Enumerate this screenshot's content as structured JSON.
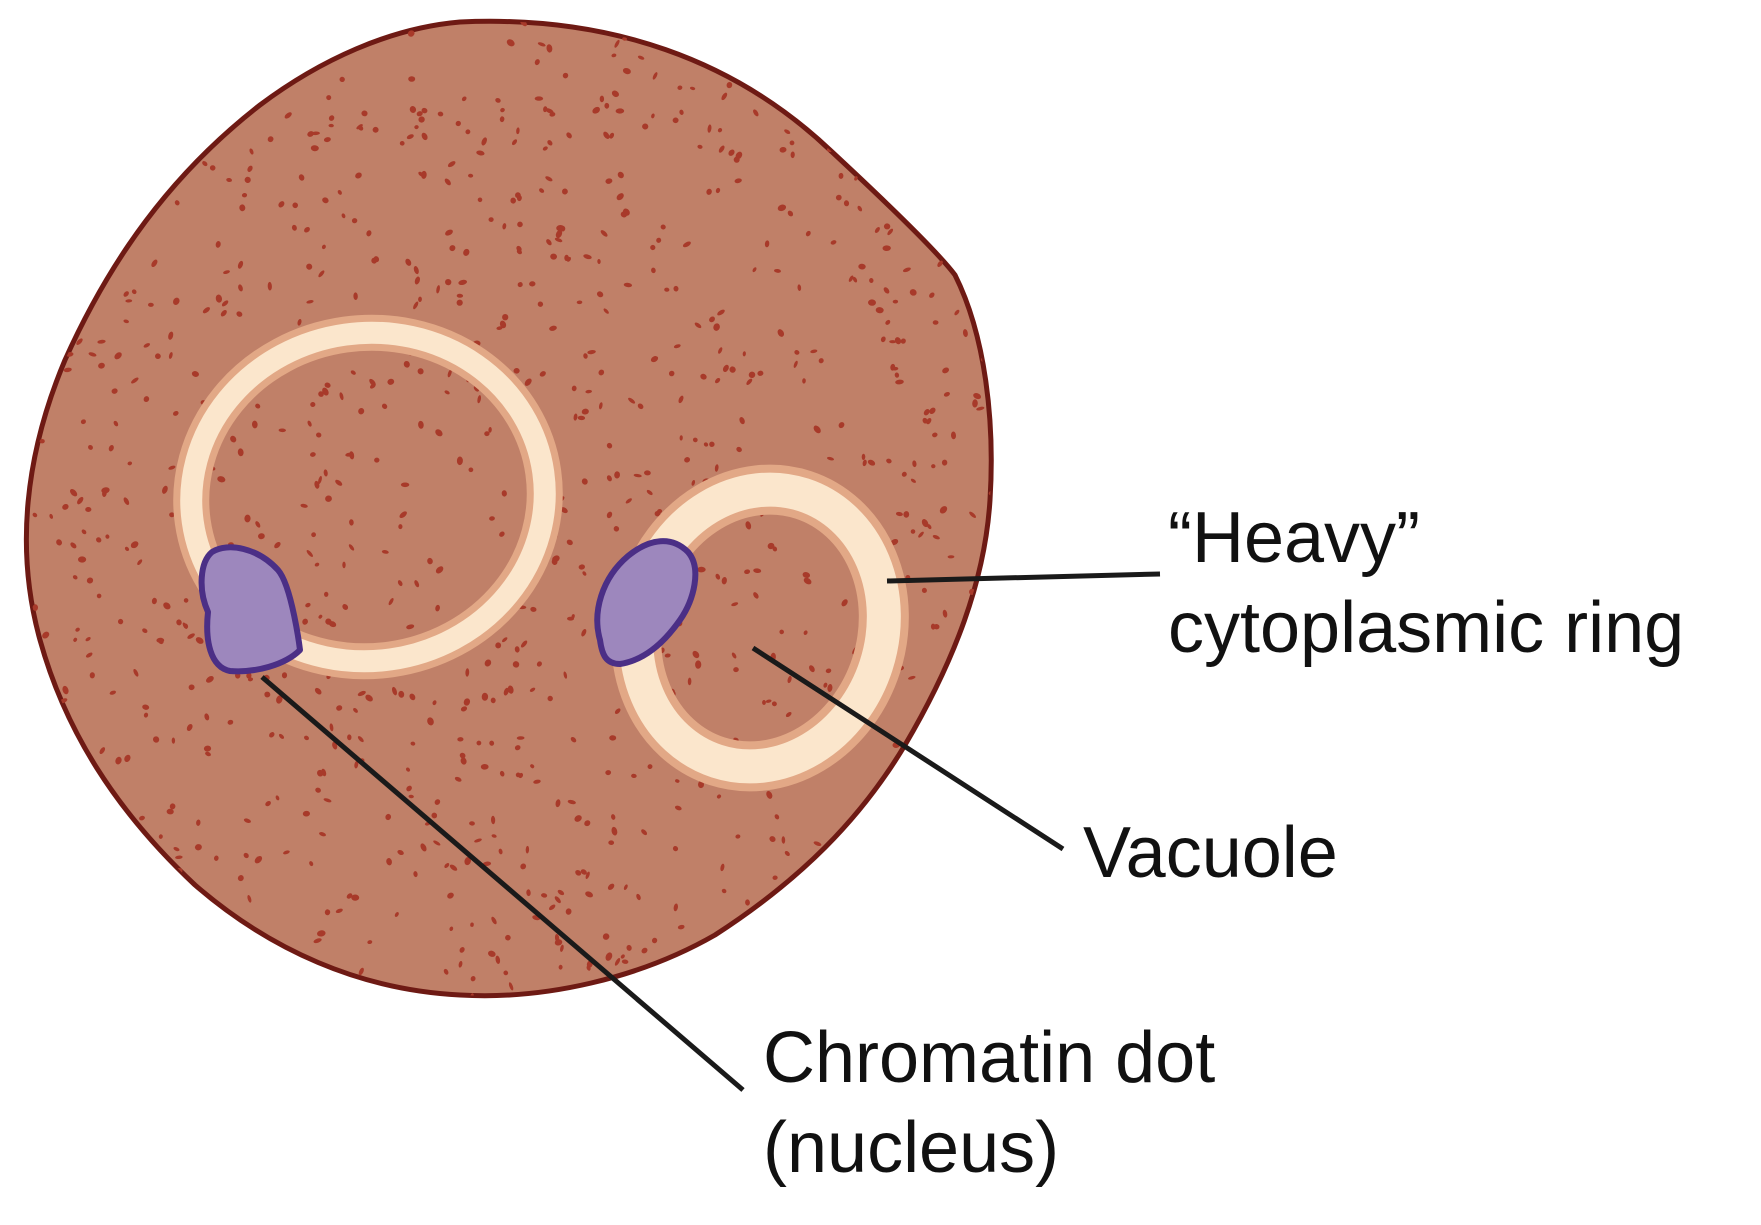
{
  "diagram": {
    "labels": {
      "heavy_ring": {
        "line1": "“Heavy”",
        "line2": "cytoplasmic ring"
      },
      "vacuole": "Vacuole",
      "chromatin": {
        "line1": "Chromatin dot",
        "line2": "(nucleus)"
      }
    }
  },
  "colors": {
    "cell_fill": "#c08068",
    "cell_outline": "#6e1a14",
    "stipple": "#a83a2a",
    "ring_fill": "#fbe6cc",
    "ring_halo": "#e2a886",
    "nucleus_fill": "#9d87bd",
    "nucleus_outline": "#4b2f86",
    "leader_line": "#1a1a1a"
  }
}
